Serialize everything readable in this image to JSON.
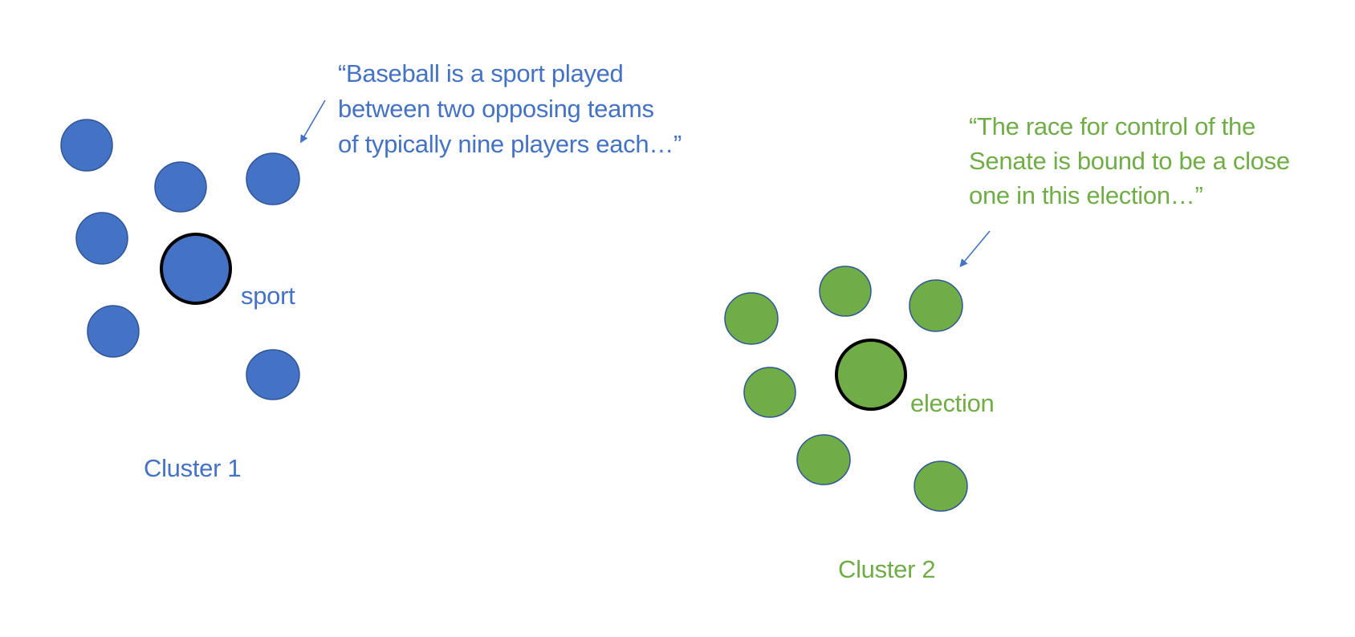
{
  "colors": {
    "cluster_1_fill": "#4472c4",
    "cluster_1_outline": "#2f5597",
    "cluster_2_fill": "#70ad47",
    "cluster_2_outline": "#2f5597",
    "centroid_outline": "#000000",
    "arrow": "#4472c4",
    "cluster_1_text": "#4472c4",
    "cluster_2_text": "#70ad47"
  },
  "clusters": [
    {
      "id": "cluster-1",
      "label": "Cluster 1",
      "centroid_keyword": "sport",
      "member_count": 6,
      "example_document": {
        "lines": [
          "“Baseball is a sport played",
          "between two opposing teams",
          "of typically nine players each…”"
        ]
      }
    },
    {
      "id": "cluster-2",
      "label": "Cluster 2",
      "centroid_keyword": "election",
      "member_count": 6,
      "example_document": {
        "lines": [
          "“The race for control of the",
          "Senate is bound to be a close",
          "one in this election…”"
        ]
      }
    }
  ]
}
